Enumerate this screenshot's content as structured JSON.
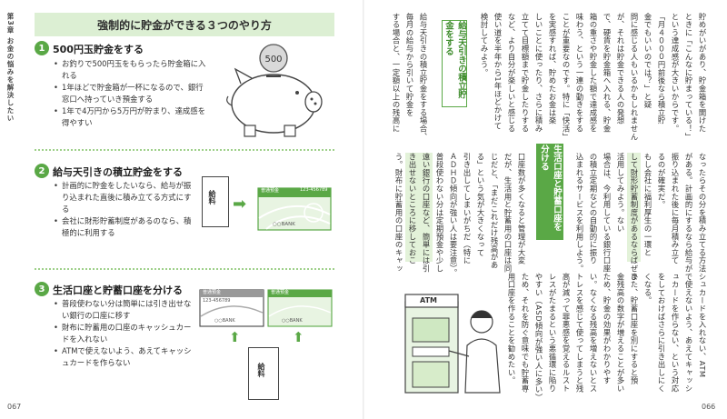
{
  "left_page": {
    "chapter_label": "第3章 お金の悩みを解決したい",
    "title": "強制的に貯金ができる３つのやり方",
    "sections": [
      {
        "num": "1",
        "heading": "500円玉貯金をする",
        "bullets": [
          "お釣りで500円玉をもらったら貯金箱に入れる",
          "1年ほどで貯金箱が一杯になるので、銀行窓口へ持っていき預金する",
          "1年で4万円から5万円が貯まり、達成感を得やすい"
        ],
        "illustration_coin": "500"
      },
      {
        "num": "2",
        "heading": "給与天引きの積立貯金をする",
        "bullets": [
          "計画的に貯金をしたいなら、給与が振り込まれた直後に積み立てる方式にする",
          "会社に財形貯蓄制度があるのなら、積極的に利用する"
        ],
        "envelope_label": "給料",
        "card_label": "普通預金",
        "bank_label": "○○BANK",
        "account_no": "123-456789"
      },
      {
        "num": "3",
        "heading": "生活口座と貯蓄口座を分ける",
        "bullets": [
          "普段使わない分は簡単には引き出せない銀行の口座に移す",
          "財布に貯蓄用の口座のキャッシュカードを入れない",
          "ATMで使えないよう、あえてキャッシュカードを作らない"
        ],
        "card1_label": "普通預金",
        "card2_label": "普通預金",
        "bank1_label": "○○BANK",
        "bank2_label": "○○BANK",
        "envelope_label": "給料",
        "account_no": "123-456789"
      }
    ],
    "page_number": "067"
  },
  "right_page": {
    "page_number": "066",
    "atm_label": "ATM",
    "box1": "給与天引きの積立貯金をする",
    "box2": "生活口座と貯蓄口座を分ける",
    "col1": "貯めがいがあり、貯金箱を開けた",
    "col2": "ときに「こんなに貯まっている！」",
    "col3": "という達成感が大きいからです。",
    "col4": "「月４０００円前後なら積立貯",
    "col5": "金でもいいのでは？」と疑",
    "col6": "問に感じる人もいるかもしれません",
    "col7": "が、それは貯金できる人の発想",
    "col8": "で、硬貨を貯金箱へ入れる、貯金",
    "col9": "箱の重さや貯金した額で達成感を",
    "col10": "味わう、という一連の動きをする",
    "col11": "ことが重要なのです。特に「快活」",
    "col12": "を実感すれば、貯めたお金は楽",
    "col13": "しいことに使ったり、さらに積み",
    "col14": "立てて目標額まで貯金したりする",
    "col15": "など、より自分が楽しいと感じる",
    "col16": "使い道を半年から1年ほどかけて",
    "col17": "検討してみよう。",
    "col18": "給与天引きの積立貯金をする場合、",
    "col19": "毎月の給与から引いて貯金を",
    "col20": "する場合と、一定額以上の残高に",
    "col21": "なったらその分を積み立てる方法",
    "col22": "がある。計画的にするなら給与が",
    "col23": "振り込まれた後に毎月積み立て",
    "col24": "るのが確実だ。",
    "col25": "もし会社に福利厚生の一環と",
    "col26": "して財形貯蓄制度があるならばぜひ",
    "col27": "活用してみよう。ない",
    "col28": "場合は、今利用している銀行口座",
    "col29": "の積立定期などの自動的に振り",
    "col30": "込まれるサービスを利用しよう。",
    "col31": "口座数が多くなると管理が大変",
    "col32": "だが、生活用と貯蓄用の口座は同",
    "col33": "じだと、「まだこれだけ残高があ",
    "col34": "る」という気が大きくなって",
    "col35": "引き出してしまいがちだ（特に",
    "col36": "ＡＤＨＤ傾向が強い人は要注意）。",
    "col37": "普段使わない分は定期預金や少し",
    "col38": "遠い銀行の口座など、簡単には引",
    "col39": "き出せないところに移しておこ",
    "col40": "う。財布に貯蓄用の口座のキャッ",
    "col41": "シュカードを入れない、ATM",
    "col42": "で使えないよう、あえてキャッシ",
    "col43": "ュカードを作らない、という対応",
    "col44": "をしておけばさらに引き出しにく",
    "col45": "くなる。",
    "col46": "また、貯蓄口座を別にすると預",
    "col47": "金残高の数字が増えることが多い",
    "col48": "ため、貯金の効果がわかりやす",
    "col49": "い。なくなる残高を増えないとス",
    "col50": "トレスを感じて使ってしまうと残",
    "col51": "高が減って罪悪感を覚えるルスト",
    "col52": "レスがたまるという悪循環に陥り",
    "col53": "やすい（ASD傾向が強い人に多い）",
    "col54": "ため、それを防ぐ意味でも貯蓄専",
    "col55": "用口座を作ることを勧めたい。"
  },
  "colors": {
    "accent": "#5aa846",
    "title_bg": "#dcefd3",
    "highlight": "#e3f2d9"
  }
}
